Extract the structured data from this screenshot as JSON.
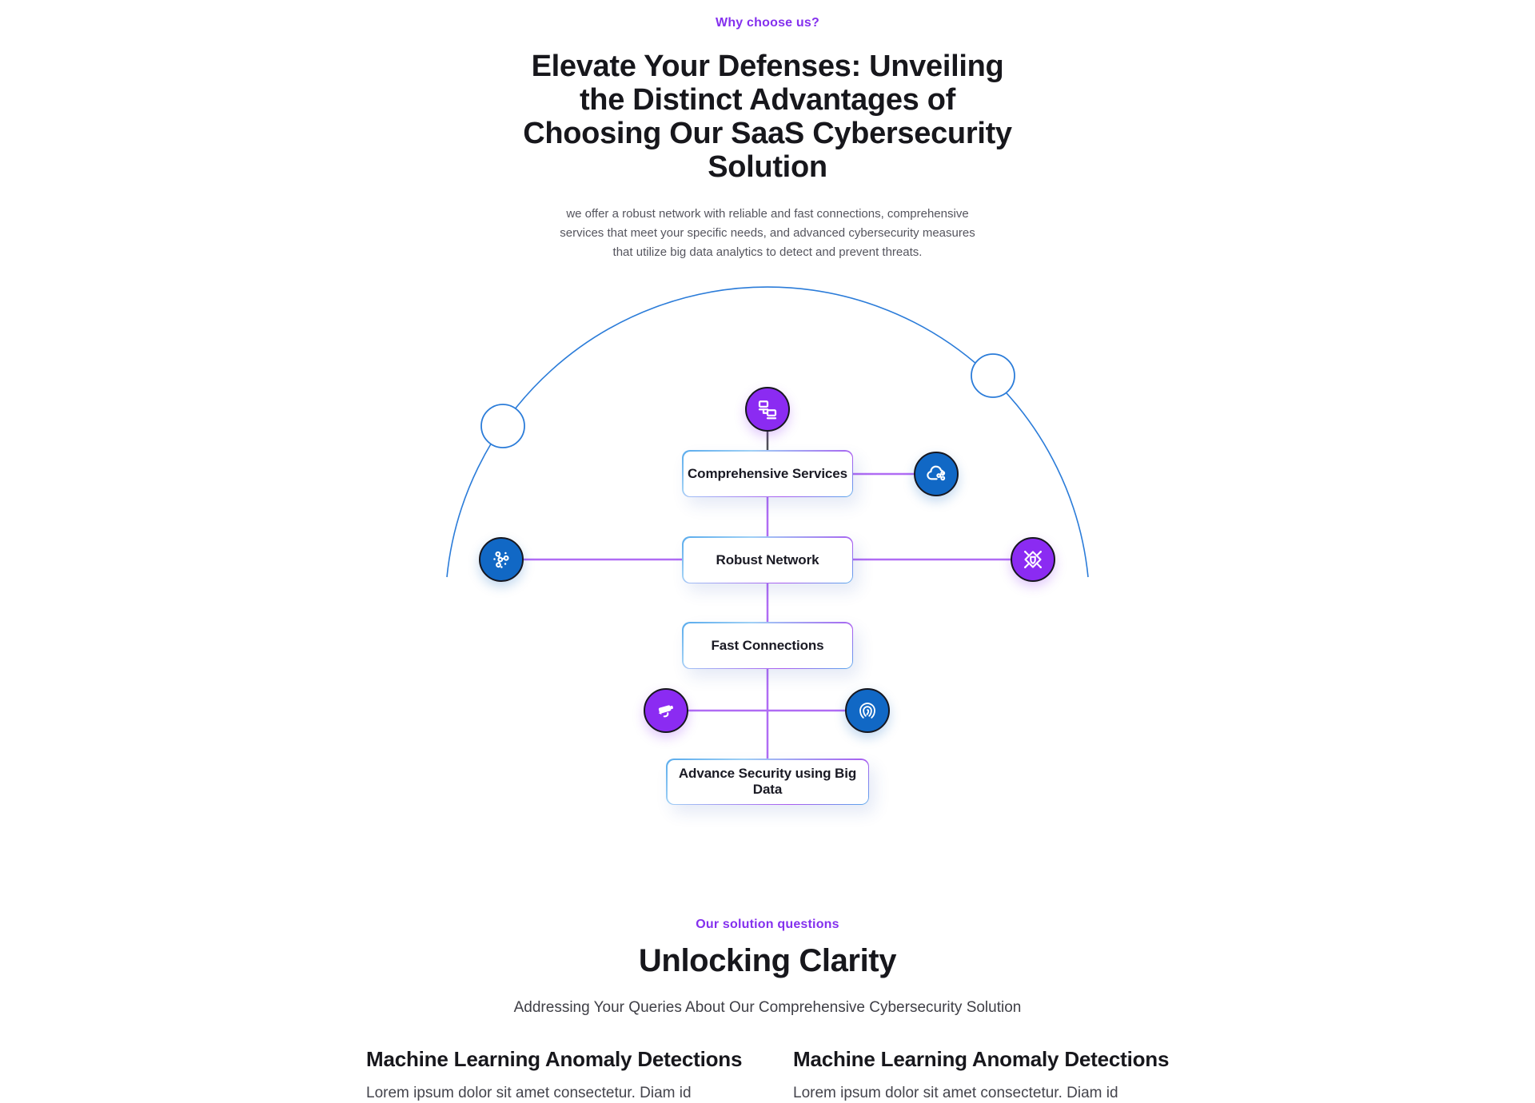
{
  "hero": {
    "eyebrow": "Why choose us?",
    "title_lines": [
      "Elevate Your Defenses: Unveiling",
      "the Distinct Advantages of",
      "Choosing Our SaaS Cybersecurity",
      "Solution"
    ],
    "description": "we offer a robust network with reliable and fast connections, comprehensive services that meet your specific needs, and advanced cybersecurity measures that utilize big data analytics to detect and prevent threats."
  },
  "diagram": {
    "nodes": [
      {
        "label": "Comprehensive Services"
      },
      {
        "label": "Robust Network"
      },
      {
        "label": "Fast Connections"
      },
      {
        "label": "Advance Security using Big Data"
      }
    ],
    "icons": [
      {
        "name": "network-devices-icon",
        "color": "#8b2bf2"
      },
      {
        "name": "cloud-share-icon",
        "color": "#1168c5"
      },
      {
        "name": "network-hub-icon",
        "color": "#1168c5"
      },
      {
        "name": "bug-shield-icon",
        "color": "#8b2bf2"
      },
      {
        "name": "cctv-camera-icon",
        "color": "#8b2bf2"
      },
      {
        "name": "fingerprint-icon",
        "color": "#1168c5"
      }
    ]
  },
  "faq": {
    "eyebrow": "Our solution questions",
    "title": "Unlocking Clarity",
    "subtitle": "Addressing Your Queries About Our Comprehensive Cybersecurity Solution",
    "items": [
      {
        "heading": "Machine Learning Anomaly Detections",
        "body": "Lorem ipsum dolor sit amet consectetur. Diam id"
      },
      {
        "heading": "Machine Learning Anomaly Detections",
        "body": "Lorem ipsum dolor sit amet consectetur. Diam id"
      }
    ]
  },
  "theme": {
    "accent_purple_text": "#8430ee",
    "icon_purple": "#8b2bf2",
    "icon_blue": "#1168c5",
    "icon_ring": "#17171f",
    "connector_purple": "#b06cf4",
    "connector_dark": "#4f4f56",
    "arc_blue": "#2b7cd9",
    "heading_color": "#17171c",
    "body_text_color": "#55555e",
    "node_border_gradient": [
      "#57aaec",
      "#a85cf0"
    ]
  }
}
